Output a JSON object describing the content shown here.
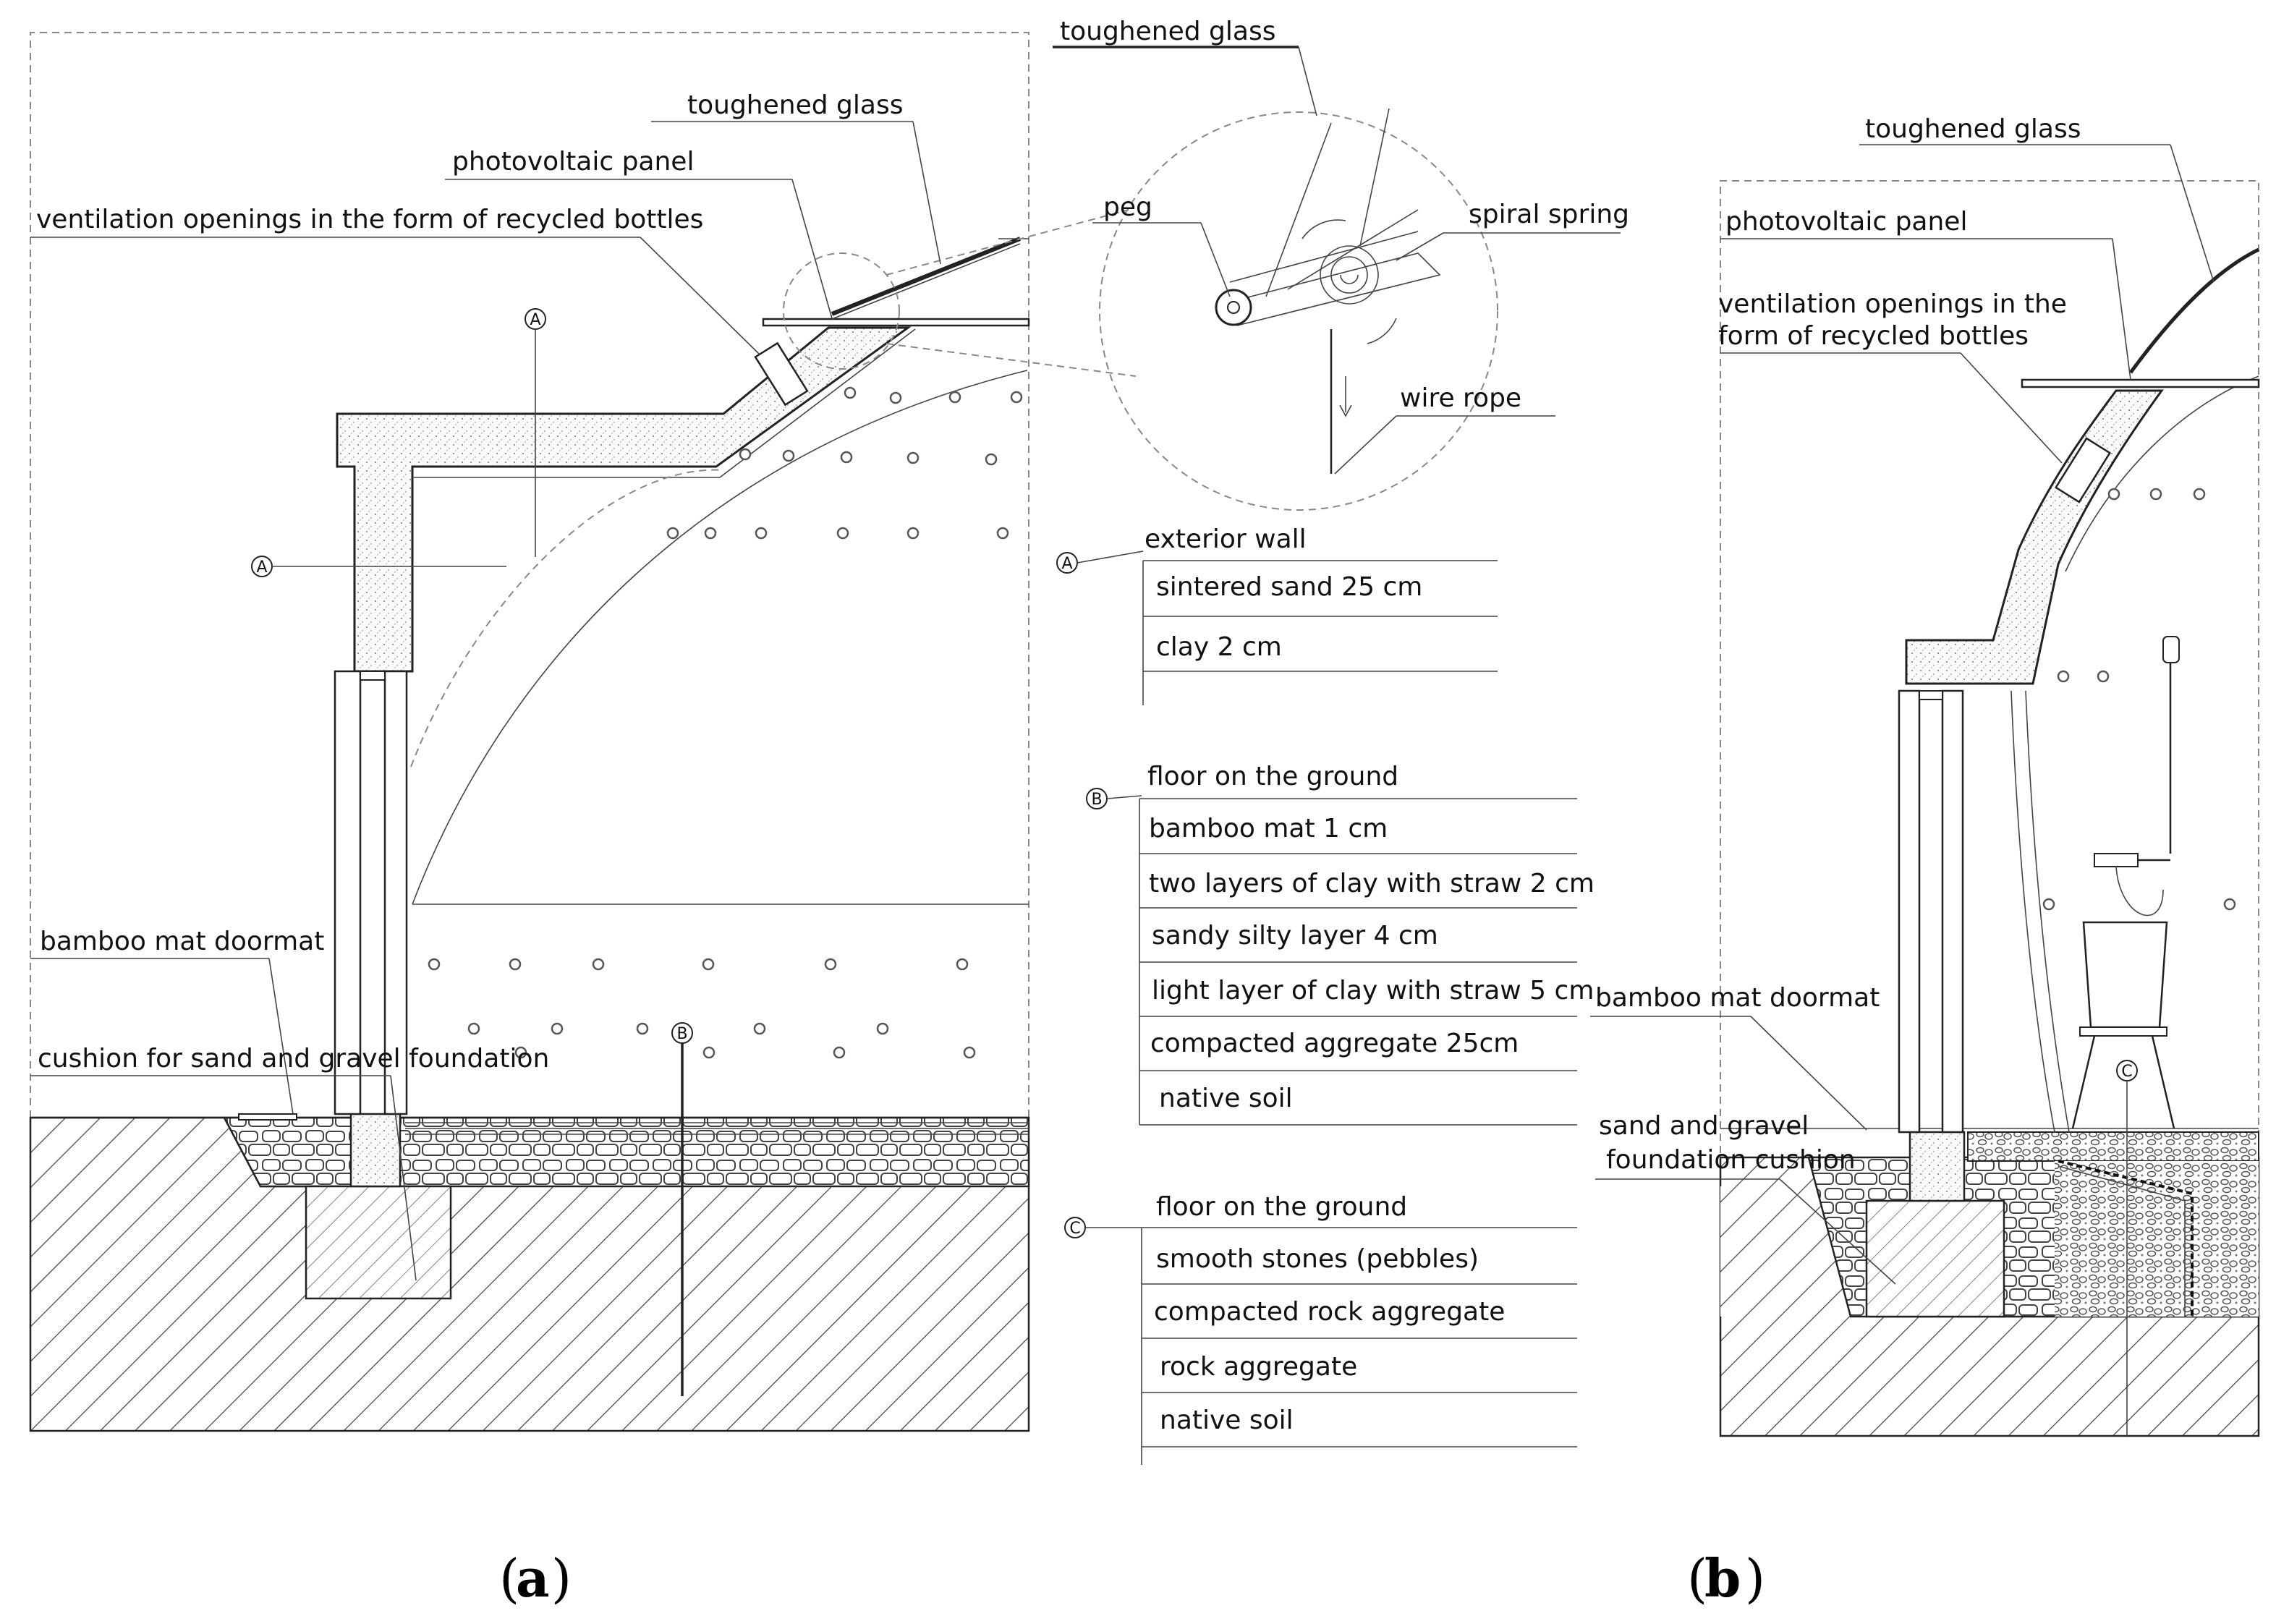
{
  "panel_a": {
    "labels": {
      "toughened_glass_top": "toughened glass",
      "toughened_glass": "toughened glass",
      "photovoltaic_panel": "photovoltaic panel",
      "ventilation": "ventilation openings in the form of recycled bottles",
      "peg": "peg",
      "spiral_spring": "spiral spring",
      "wire_rope": "wire rope",
      "bamboo_doormat": "bamboo mat doormat",
      "cushion": "cushion for sand and gravel foundation"
    },
    "markers": {
      "a1": "A",
      "a2": "A",
      "b": "B"
    },
    "caption_open": "(",
    "caption_letter": "a",
    "caption_close": ")"
  },
  "legend_a": {
    "marker": "A",
    "title": "exterior wall",
    "layers": [
      "sintered sand 25 cm",
      "clay 2 cm"
    ]
  },
  "legend_b": {
    "marker": "B",
    "title": "floor on the ground",
    "layers": [
      "bamboo mat 1 cm",
      "two layers of clay with straw 2 cm",
      "sandy silty layer 4 cm",
      "light layer of clay with straw 5 cm",
      "compacted aggregate 25cm",
      "native soil"
    ]
  },
  "legend_c": {
    "marker": "C",
    "title": "floor on the ground",
    "layers": [
      "smooth stones (pebbles)",
      "compacted rock aggregate",
      "rock aggregate",
      "native soil"
    ]
  },
  "panel_b": {
    "labels": {
      "toughened_glass": "toughened glass",
      "photovoltaic_panel": "photovoltaic panel",
      "ventilation_line1": "ventilation openings in the",
      "ventilation_line2": "form of recycled bottles",
      "bamboo_doormat": "bamboo mat doormat",
      "sand_gravel_line1": "sand and gravel",
      "sand_gravel_line2": "foundation cushion"
    },
    "markers": {
      "c": "C"
    },
    "caption_open": "(",
    "caption_letter": "b",
    "caption_close": ")"
  }
}
